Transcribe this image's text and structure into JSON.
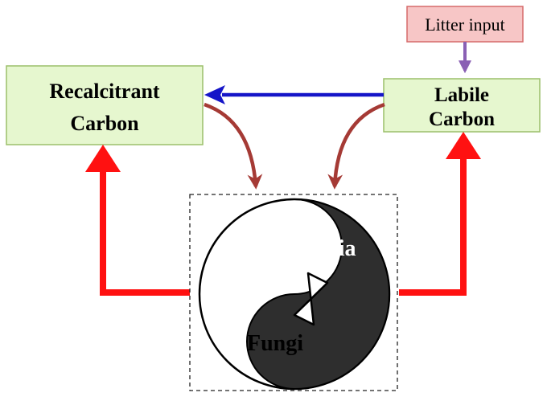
{
  "nodes": {
    "litter": {
      "label": "Litter input",
      "fill": "#f7c6c6",
      "stroke": "#d66a6a"
    },
    "recalcitrant": {
      "line1": "Recalcitrant",
      "line2": "Carbon",
      "fill": "#e6f7cf",
      "stroke": "#9bbf6a"
    },
    "labile": {
      "line1": "Labile",
      "line2": "Carbon",
      "fill": "#e6f7cf",
      "stroke": "#9bbf6a"
    },
    "bacteria": {
      "label": "Bacteria"
    },
    "fungi": {
      "label": "Fungi"
    }
  },
  "colors": {
    "arrow_blue": "#1515c8",
    "arrow_red": "#ff1111",
    "arrow_brown": "#a53a35",
    "arrow_purple": "#8a60b4",
    "yinyang_dark": "#2e2e2e",
    "yinyang_light": "#ffffff"
  },
  "edges": [
    {
      "from": "litter",
      "to": "labile",
      "color": "purple"
    },
    {
      "from": "labile",
      "to": "recalcitrant",
      "color": "blue"
    },
    {
      "from": "recalcitrant",
      "to": "microbes",
      "color": "brown"
    },
    {
      "from": "labile",
      "to": "microbes",
      "color": "brown"
    },
    {
      "from": "microbes",
      "to": "recalcitrant",
      "color": "red"
    },
    {
      "from": "microbes",
      "to": "labile",
      "color": "red"
    }
  ]
}
